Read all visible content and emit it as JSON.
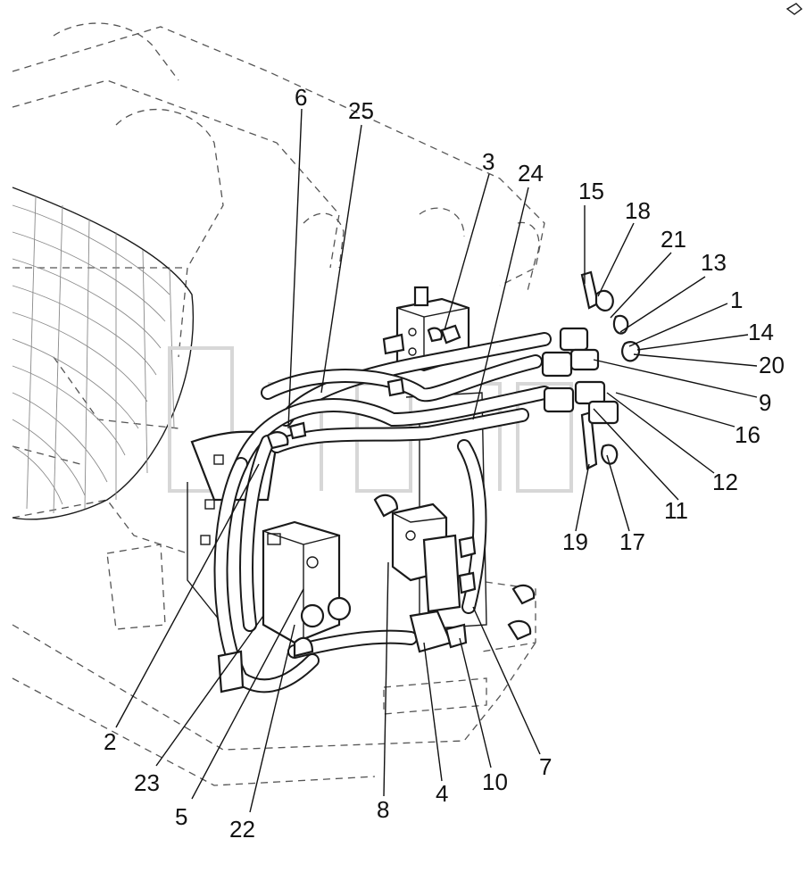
{
  "diagram": {
    "callouts": {
      "c1": "1",
      "c2": "2",
      "c3": "3",
      "c4": "4",
      "c5": "5",
      "c6": "6",
      "c7": "7",
      "c8": "8",
      "c9": "9",
      "c10": "10",
      "c11": "11",
      "c12": "12",
      "c13": "13",
      "c14": "14",
      "c15": "15",
      "c16": "16",
      "c17": "17",
      "c18": "18",
      "c19": "19",
      "c20": "20",
      "c21": "21",
      "c22": "22",
      "c23": "23",
      "c24": "24",
      "c25": "25"
    },
    "watermark": "",
    "colors": {
      "line": "#1a1a1a",
      "dashed": "#555555",
      "watermark": "#d7d7d7",
      "background": "#ffffff"
    }
  }
}
